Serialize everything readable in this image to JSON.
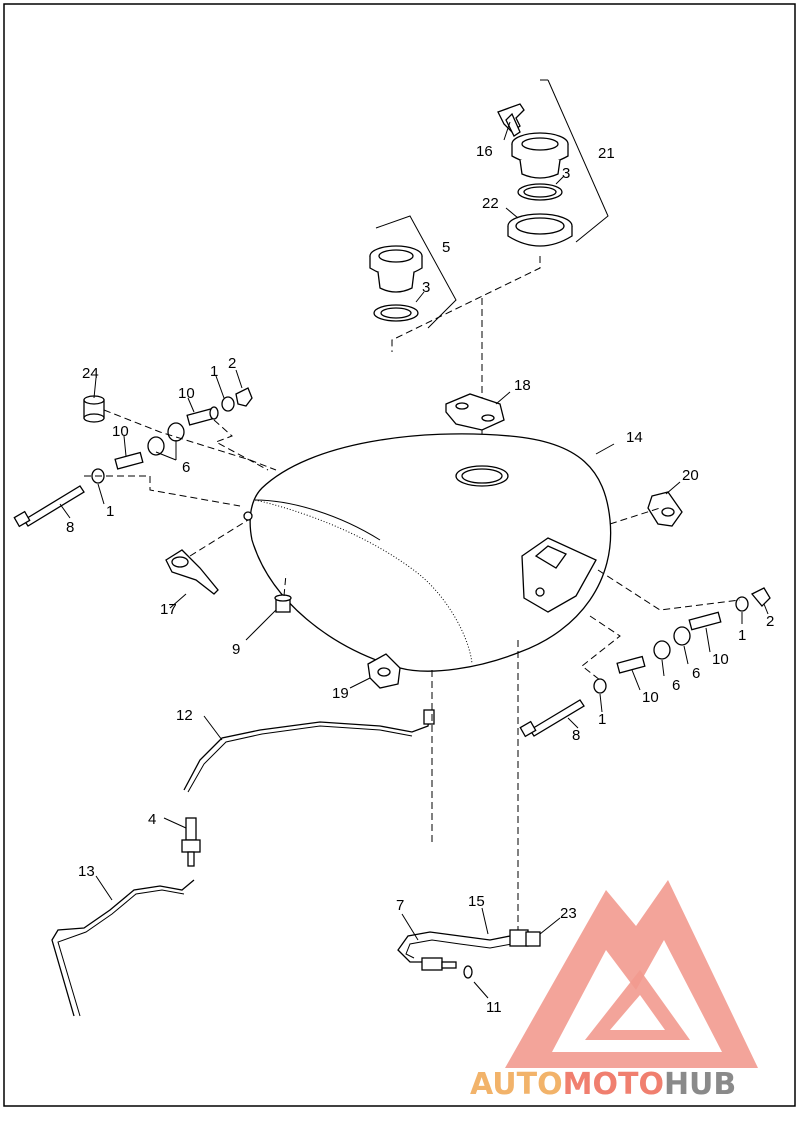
{
  "labels": {
    "l1a": "1",
    "l1b": "1",
    "l1c": "1",
    "l1d": "1",
    "l2a": "2",
    "l2b": "2",
    "l3a": "3",
    "l3b": "3",
    "l4": "4",
    "l5": "5",
    "l6a": "6",
    "l6b": "6",
    "l6c": "6",
    "l7": "7",
    "l8a": "8",
    "l8b": "8",
    "l9": "9",
    "l10a": "10",
    "l10b": "10",
    "l10c": "10",
    "l10d": "10",
    "l11": "11",
    "l12": "12",
    "l13": "13",
    "l14": "14",
    "l15": "15",
    "l16": "16",
    "l17": "17",
    "l18": "18",
    "l19": "19",
    "l20": "20",
    "l21": "21",
    "l22": "22",
    "l23": "23",
    "l24": "24"
  },
  "watermark": {
    "auto": "AUTO",
    "moto": "MOTO",
    "hub": "HUB",
    "colors": {
      "auto": "#f2b36a",
      "moto": "#f07f6f",
      "hub": "#8a8a8a",
      "triangle": "#f29a8f"
    }
  }
}
